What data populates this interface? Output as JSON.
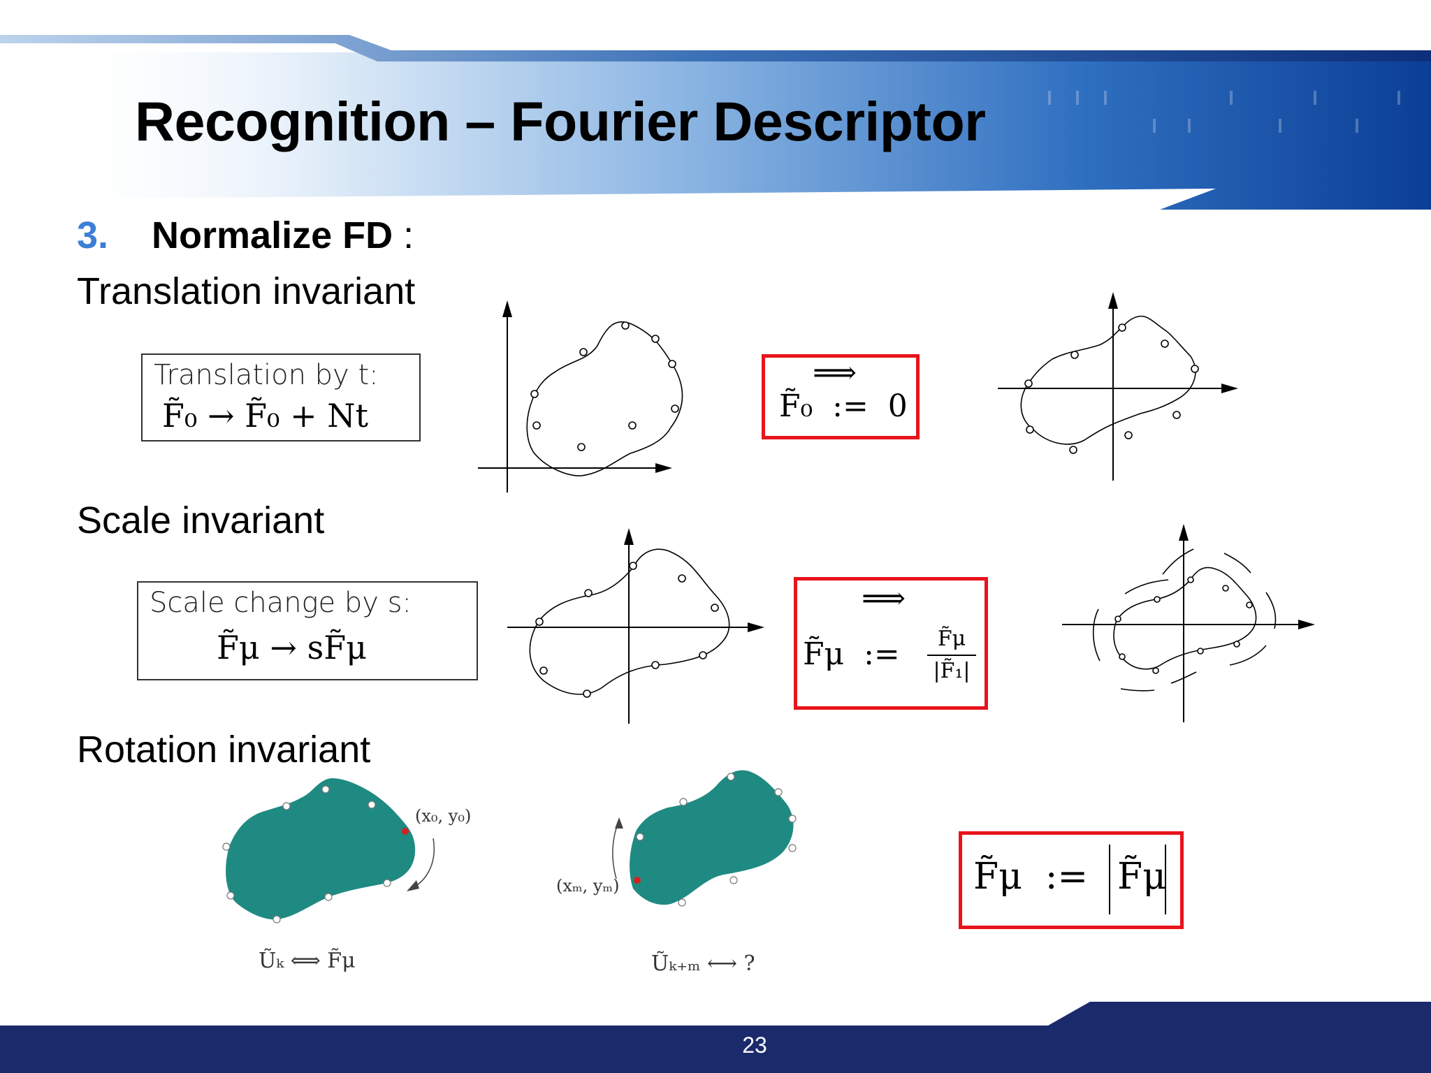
{
  "title": "Recognition – Fourier Descriptor",
  "step": {
    "number": "3.",
    "name": "Normalize FD",
    "suffix": " :"
  },
  "sections": {
    "translation": {
      "label": "Translation invariant",
      "box_caption": "Translation by t:",
      "box_formula": "F̃₀ → F̃₀ + Nt",
      "arrow": "⟹",
      "result": "F̃₀  :=  0"
    },
    "scale": {
      "label": "Scale invariant",
      "box_caption": "Scale change by s:",
      "box_formula": "F̃μ → sF̃μ",
      "arrow": "⟹",
      "result_lhs": "F̃μ  :=",
      "result_num": "F̃μ",
      "result_den": "|F̃₁|"
    },
    "rotation": {
      "label": "Rotation invariant",
      "point_label_1": "(x₀, y₀)",
      "point_label_2": "(xₘ, yₘ)",
      "caption_1": "Ũₖ ⟺ F̃μ",
      "caption_2": "Ũₖ₊ₘ ⟷ ?",
      "result_lhs": "F̃μ  :=",
      "result_rhs": "F̃μ"
    }
  },
  "page_number": "23",
  "colors": {
    "accent_number": "#3d7fd6",
    "red_box": "#e8141c",
    "shape_fill": "#1f8a82",
    "footer": "#1b2a6b"
  }
}
